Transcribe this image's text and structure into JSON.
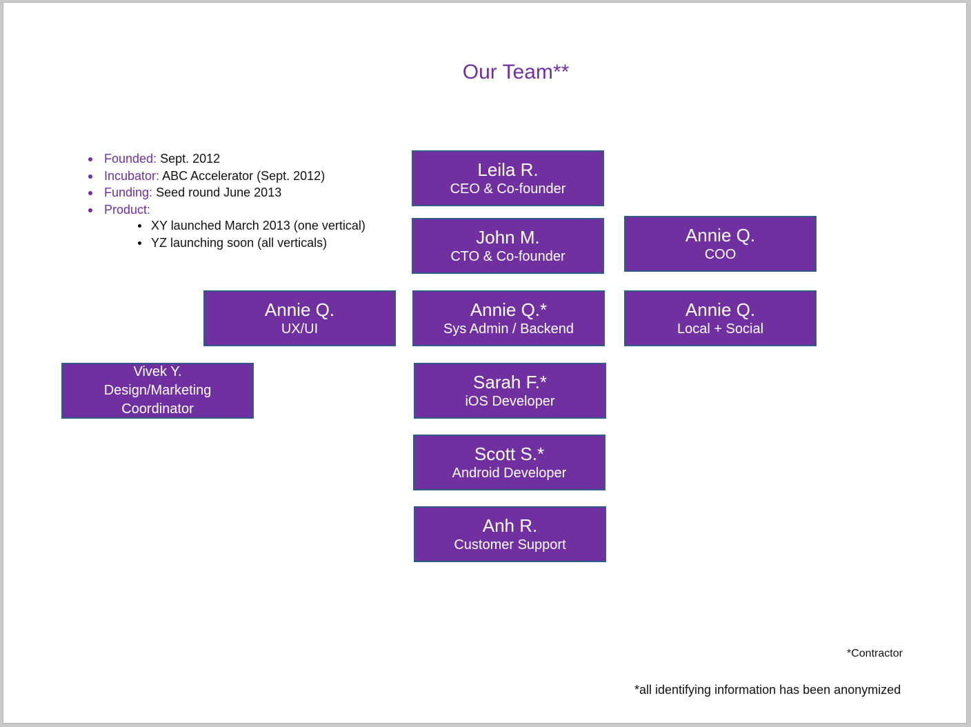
{
  "title": "Our Team**",
  "facts": [
    {
      "label": "Founded:",
      "value": " Sept. 2012"
    },
    {
      "label": "Incubator:",
      "value": " ABC Accelerator (Sept. 2012)"
    },
    {
      "label": "Funding:",
      "value": " Seed round June 2013"
    },
    {
      "label": "Product:",
      "value": ""
    }
  ],
  "product_items": [
    "XY launched March 2013  (one vertical)",
    "YZ launching soon (all verticals)"
  ],
  "team": {
    "leila": {
      "name": "Leila R.",
      "role": "CEO & Co-founder"
    },
    "john": {
      "name": "John M.",
      "role": "CTO & Co-founder"
    },
    "annie_coo": {
      "name": "Annie Q.",
      "role": "COO"
    },
    "annie_ux": {
      "name": "Annie Q.",
      "role": "UX/UI"
    },
    "annie_sys": {
      "name": "Annie Q.*",
      "role": "Sys Admin /  Backend"
    },
    "annie_local": {
      "name": "Annie Q.",
      "role": "Local + Social"
    },
    "vivek": {
      "name": "Vivek Y.",
      "role_line1": "Design/Marketing",
      "role_line2": "Coordinator"
    },
    "sarah": {
      "name": "Sarah F.*",
      "role": "iOS Developer"
    },
    "scott": {
      "name": "Scott S.*",
      "role": "Android Developer"
    },
    "anh": {
      "name": "Anh R.",
      "role": "Customer Support"
    }
  },
  "notes": {
    "contractor": "*Contractor",
    "anonymized": "*all identifying information has been anonymized"
  },
  "colors": {
    "accent": "#7030a0",
    "box_border": "#2f5b8a",
    "box_text": "#ffffff"
  }
}
